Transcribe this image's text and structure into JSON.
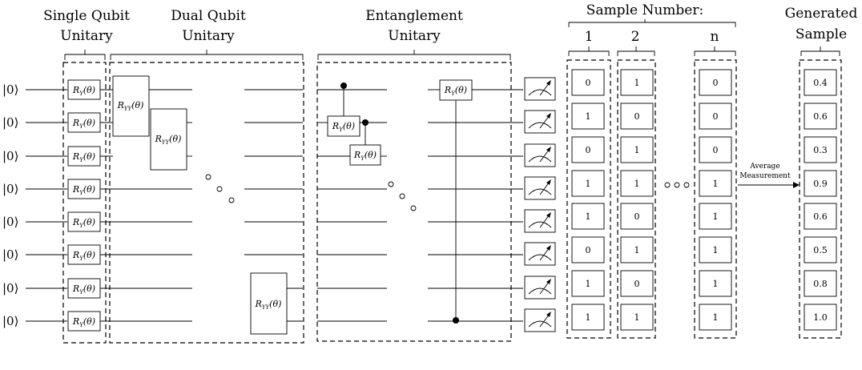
{
  "headers": {
    "single": [
      "Single Qubit",
      "Unitary"
    ],
    "dual": [
      "Dual Qubit",
      "Unitary"
    ],
    "entangle": [
      "Entanglement",
      "Unitary"
    ],
    "sample_number": "Sample Number:",
    "generated": [
      "Generated",
      "Sample"
    ]
  },
  "sample_cols": [
    "1",
    "2",
    "n"
  ],
  "ket_label": "|0⟩",
  "gate_ry": "R",
  "gate_ry_sub": "Y",
  "gate_ry_arg": "(θ)",
  "gate_ryy_sub": "YY",
  "avg_label": [
    "Average",
    "Measurement"
  ],
  "samples": {
    "col1": [
      "0",
      "1",
      "0",
      "1",
      "1",
      "0",
      "1",
      "1"
    ],
    "col2": [
      "1",
      "0",
      "1",
      "1",
      "0",
      "1",
      "0",
      "1"
    ],
    "coln": [
      "0",
      "0",
      "0",
      "1",
      "1",
      "1",
      "1",
      "1"
    ]
  },
  "generated_values": [
    "0.4",
    "0.6",
    "0.3",
    "0.9",
    "0.6",
    "0.5",
    "0.8",
    "1.0"
  ]
}
